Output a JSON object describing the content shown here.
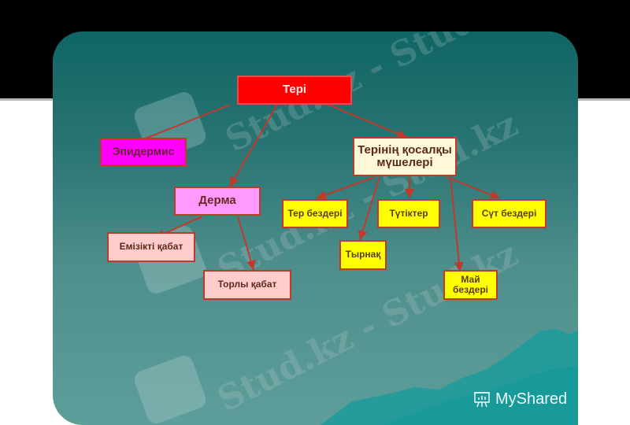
{
  "diagram": {
    "root": "Тері",
    "epidermis": "Эпидермис",
    "dermis": "Дерма",
    "auxiliary": "Терінің қосалқы мүшелері",
    "dermis_layers": [
      "Емізікті қабат",
      "Торлы қабат"
    ],
    "auxiliary_organs": [
      "Тер бездері",
      "Түтіктер",
      "Сүт бездері",
      "Тырнақ",
      "Май бездері"
    ]
  },
  "watermark": {
    "text": "Stud.kz - Stud.kz"
  },
  "brand": {
    "label": "MyShared",
    "icon": "presentation-board-icon"
  },
  "colors": {
    "root": "#ff0000",
    "epidermis": "#ff00ff",
    "dermis": "#ff99ff",
    "auxiliary": "#fff8d8",
    "yellow": "#ffff00",
    "pink": "#ffcccc",
    "line": "#c0392b"
  }
}
